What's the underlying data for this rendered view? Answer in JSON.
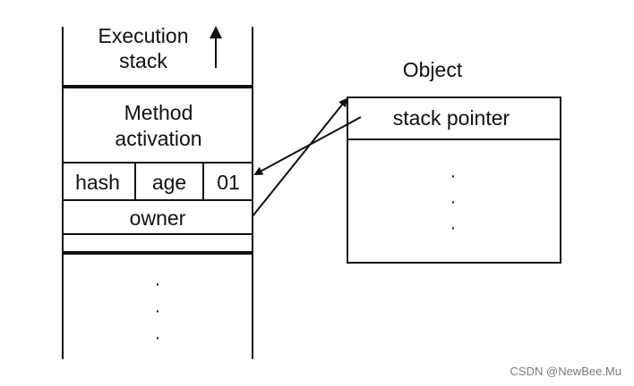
{
  "stack": {
    "heading_line1": "Execution",
    "heading_line2": "stack",
    "method_line1": "Method",
    "method_line2": "activation",
    "cell_hash": "hash",
    "cell_age": "age",
    "cell_lockbits": "01",
    "owner": "owner",
    "dots": [
      "·",
      "·",
      "·"
    ]
  },
  "object": {
    "title": "Object",
    "stack_pointer": "stack pointer",
    "dots": [
      "·",
      "·",
      "·"
    ]
  },
  "watermark": "CSDN @NewBee.Mu",
  "colors": {
    "line": "#111111",
    "background": "#ffffff",
    "watermark": "#7a7a7a"
  }
}
